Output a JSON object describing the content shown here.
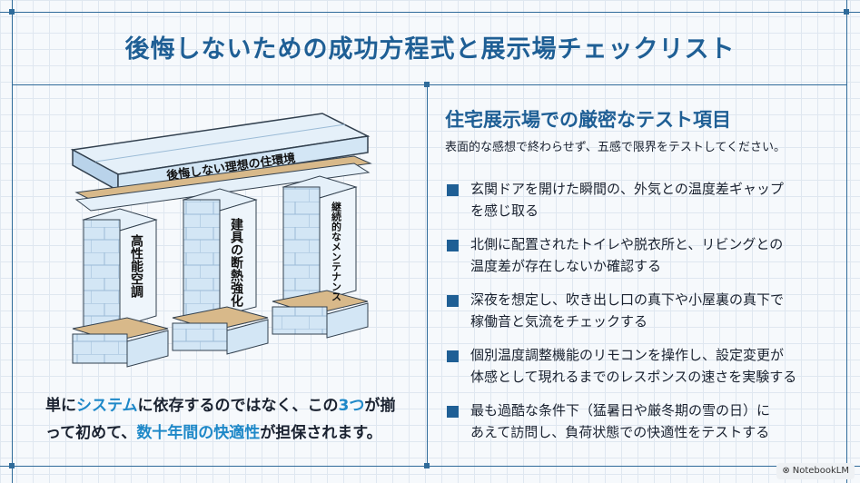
{
  "title": "後悔しないための成功方程式と展示場チェックリスト",
  "diagram": {
    "beam_label": "後悔しない理想の住環境",
    "pillars": [
      "高性能空調",
      "建具の断熱強化",
      "継続的なメンテナンス"
    ]
  },
  "caption": {
    "parts": [
      {
        "text": "単に",
        "hl": false
      },
      {
        "text": "システム",
        "hl": true
      },
      {
        "text": "に依存するのではなく、この",
        "hl": false
      },
      {
        "text": "3つ",
        "hl": true
      },
      {
        "text": "が揃って初めて、",
        "hl": false
      },
      {
        "text": "数十年間の快適性",
        "hl": true
      },
      {
        "text": "が担保されます。",
        "hl": false
      }
    ]
  },
  "checklist": {
    "title": "住宅展示場での厳密なテスト項目",
    "subtitle": "表面的な感想で終わらせず、五感で限界をテストしてください。",
    "items": [
      {
        "line1": "玄関ドアを開けた瞬間の、外気との温度差ギャップ",
        "line2": "を感じ取る"
      },
      {
        "line1": "北側に配置されたトイレや脱衣所と、リビングとの",
        "line2": "温度差が存在しないか確認する"
      },
      {
        "line1": "深夜を想定し、吹き出し口の真下や小屋裏の真下で",
        "line2": "稼働音と気流をチェックする"
      },
      {
        "line1": "個別温度調整機能のリモコンを操作し、設定変更が",
        "line2": "体感として現れるまでのレスポンスの速さを実験する"
      },
      {
        "line1": "最も過酷な条件下（猛暑日や厳冬期の雪の日）に",
        "line2": "あえて訪問し、負荷状態での快適性をテストする"
      }
    ]
  },
  "watermark": "NotebookLM",
  "colors": {
    "accent": "#1f5f95",
    "highlight": "#1e88c8",
    "pillar": "#cfe3f3",
    "wood": "#d8b98a"
  }
}
